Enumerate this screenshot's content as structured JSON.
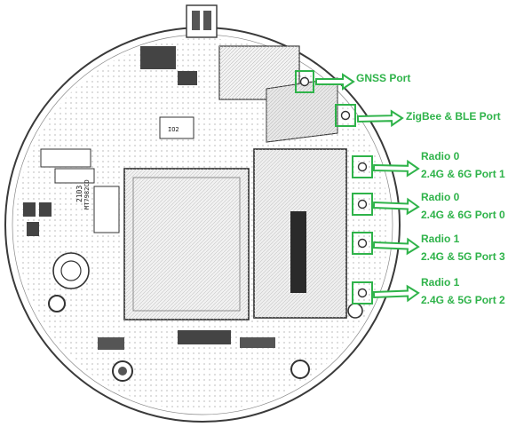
{
  "colors": {
    "accent": "#2fb34a",
    "board": "#ffffff",
    "ink": "#222222"
  },
  "ports": [
    {
      "label": "GNSS Port"
    },
    {
      "label": "ZigBee & BLE Port"
    },
    {
      "radio": "Radio 0",
      "label": "2.4G & 6G Port 1"
    },
    {
      "radio": "Radio 0",
      "label": "2.4G & 6G Port 0"
    },
    {
      "radio": "Radio 1",
      "label": "2.4G & 5G Port 3"
    },
    {
      "radio": "Radio 1",
      "label": "2.4G & 5G Port 2"
    }
  ],
  "board_text": {
    "chip_a": "2103",
    "chip_b": "MT7982CD",
    "chip_c": "IO2"
  }
}
